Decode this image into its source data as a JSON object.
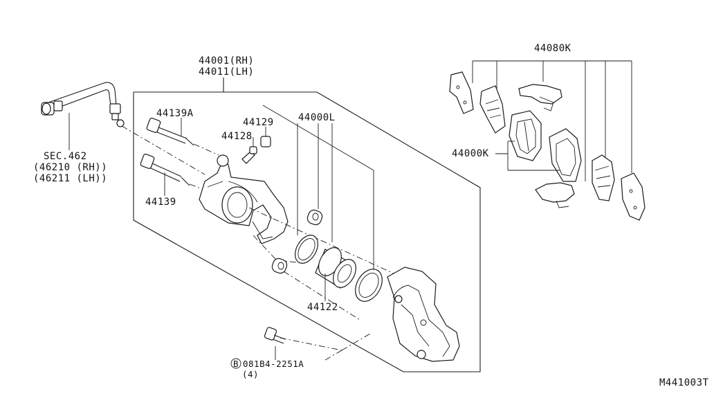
{
  "labels": {
    "caliper_rh": "44001(RH)",
    "caliper_lh": "44011(LH)",
    "pin_bolt_a": "44139A",
    "pin_bolt": "44139",
    "bleeder": "44129",
    "bleeder_cap": "44128",
    "seal_kit": "44000L",
    "piston": "44122",
    "pad_kit": "44000K",
    "pad_hardware": "44080K",
    "hose_sec": "SEC.462",
    "hose_rh": "(46210 (RH))",
    "hose_lh": "(46211 (LH))",
    "bolt_circle": "B",
    "bolt_part": "081B4-2251A",
    "bolt_qty": "(4)",
    "drawing_code": "M441003T"
  }
}
